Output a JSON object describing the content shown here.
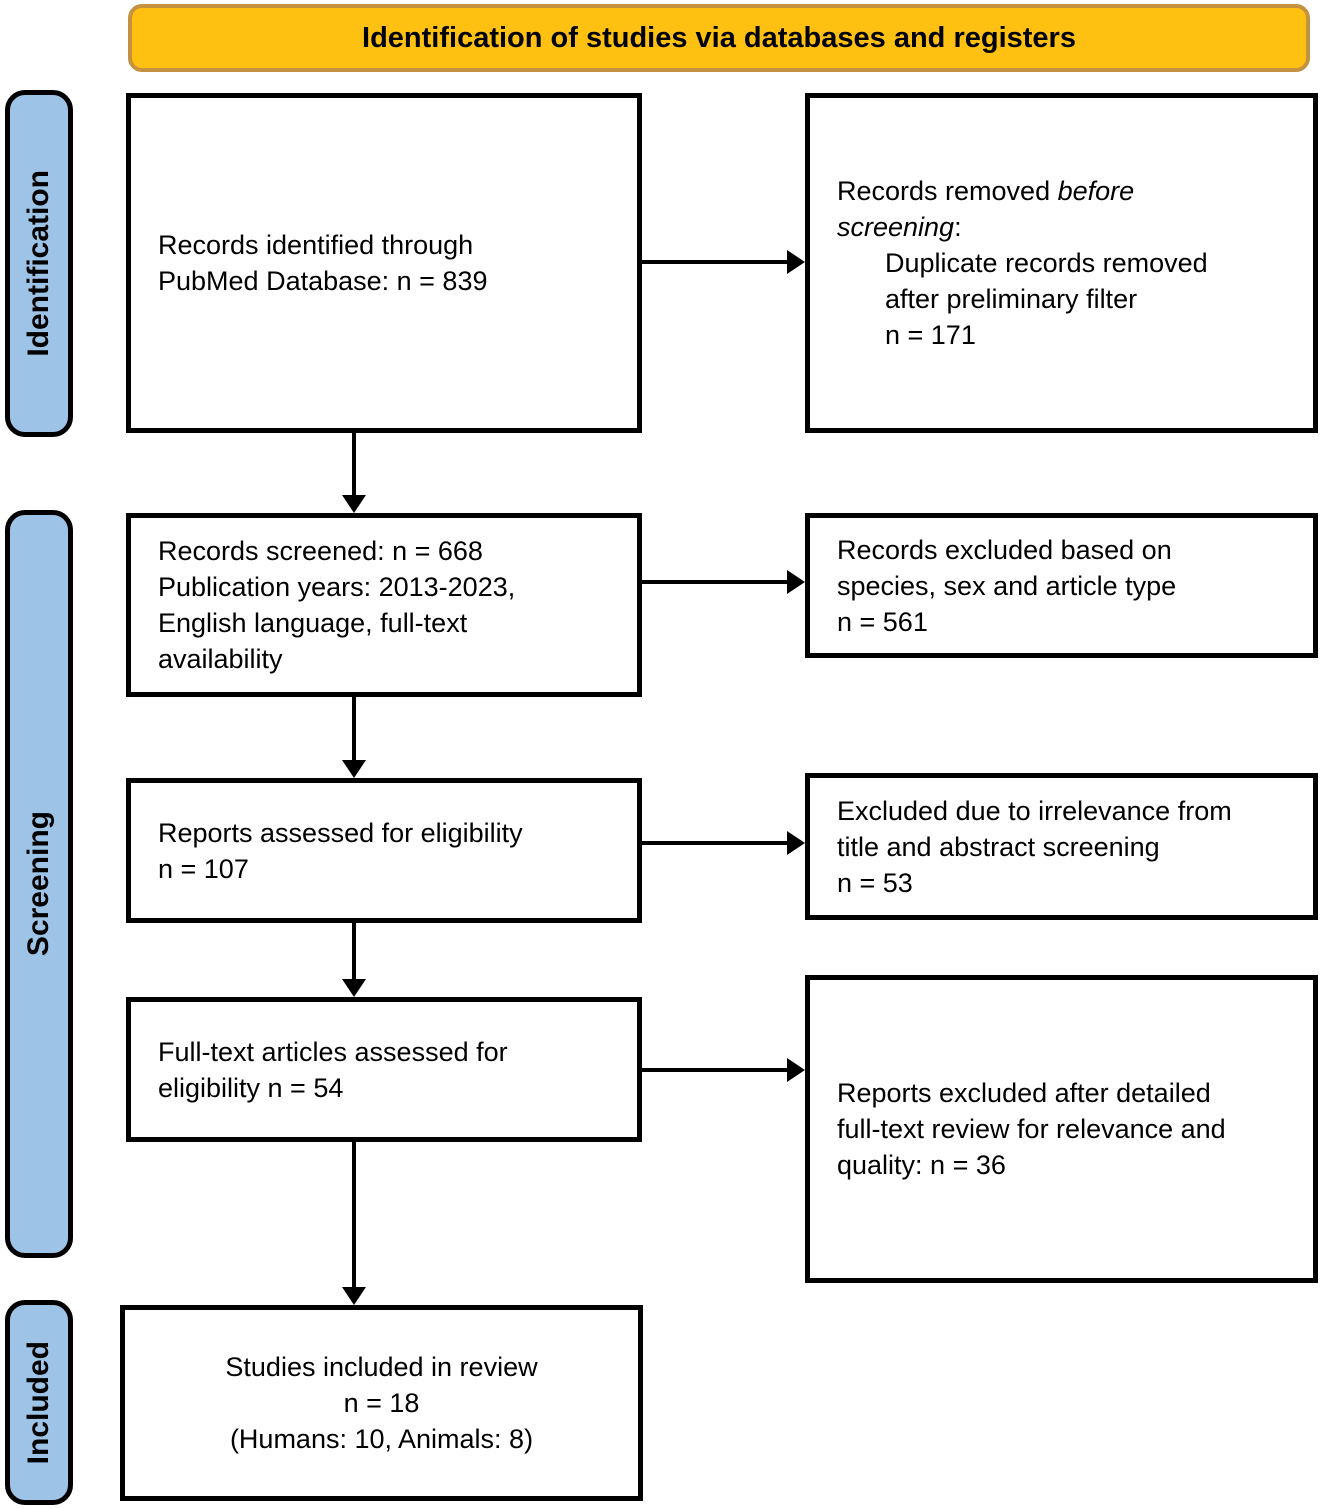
{
  "title": "Identification of studies via databases and registers",
  "colors": {
    "header-bg": "#FEC011",
    "header-border": "#C49140",
    "stage-bg": "#9DC3E6",
    "box-border": "#000000",
    "text": "#000000"
  },
  "stages": {
    "identification": "Identification",
    "screening": "Screening",
    "included": "Included"
  },
  "boxes": {
    "identified": {
      "lines": [
        "Records identified through",
        "PubMed Database: n = 839"
      ]
    },
    "removed_before_screening": {
      "l1": "Records removed ",
      "l1_italic": "before",
      "l2_italic": "screening",
      "l2": ":",
      "indent_lines": [
        "Duplicate records removed",
        "after preliminary filter",
        "n = 171"
      ]
    },
    "screened": {
      "lines": [
        "Records screened: n = 668",
        "Publication years: 2013-2023,",
        "English language, full-text",
        "availability"
      ]
    },
    "excluded_species": {
      "lines": [
        "Records excluded based on",
        "species, sex and article type",
        "n = 561"
      ]
    },
    "assessed_eligibility": {
      "lines": [
        "Reports assessed for eligibility",
        "n = 107"
      ]
    },
    "excluded_irrelevance": {
      "lines": [
        "Excluded due to irrelevance from",
        "title and abstract screening",
        "n = 53"
      ]
    },
    "fulltext_assessed": {
      "lines": [
        "Full-text articles assessed for",
        "eligibility n = 54"
      ]
    },
    "excluded_fulltext": {
      "lines": [
        "Reports excluded after detailed",
        "full-text review for relevance and",
        "quality: n = 36"
      ]
    },
    "included_studies": {
      "lines": [
        "Studies included in review",
        "n = 18",
        "(Humans: 10, Animals: 8)"
      ]
    }
  }
}
